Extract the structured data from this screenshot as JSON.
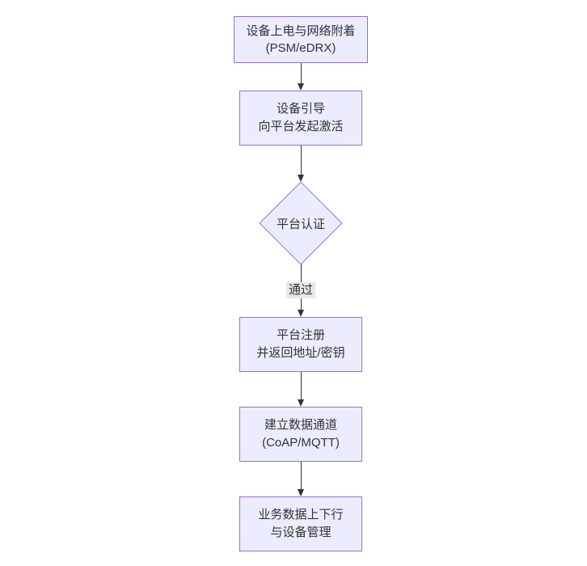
{
  "page": {
    "background": "#ffffff"
  },
  "diagram": {
    "type": "flowchart",
    "direction": "top-down",
    "nodes": [
      {
        "id": "A",
        "shape": "rect",
        "lines": [
          "设备上电与网络附着",
          "(PSM/eDRX)"
        ]
      },
      {
        "id": "B",
        "shape": "rect",
        "lines": [
          "设备引导",
          "向平台发起激活"
        ]
      },
      {
        "id": "C",
        "shape": "diamond",
        "lines": [
          "平台认证"
        ]
      },
      {
        "id": "D",
        "shape": "rect",
        "lines": [
          "平台注册",
          "并返回地址/密钥"
        ]
      },
      {
        "id": "E",
        "shape": "rect",
        "lines": [
          "建立数据通道",
          "(CoAP/MQTT)"
        ]
      },
      {
        "id": "F",
        "shape": "rect",
        "lines": [
          "业务数据上下行",
          "与设备管理"
        ]
      }
    ],
    "edges": [
      {
        "from": "A",
        "to": "B",
        "label": ""
      },
      {
        "from": "B",
        "to": "C",
        "label": ""
      },
      {
        "from": "C",
        "to": "D",
        "label": "通过"
      },
      {
        "from": "D",
        "to": "E",
        "label": ""
      },
      {
        "from": "E",
        "to": "F",
        "label": ""
      }
    ],
    "colors": {
      "node_fill": "#ECECFF",
      "node_border": "#9370DB",
      "text": "#333333",
      "edge_line": "#333333",
      "edge_label_bg": "#e8e8e8"
    }
  }
}
